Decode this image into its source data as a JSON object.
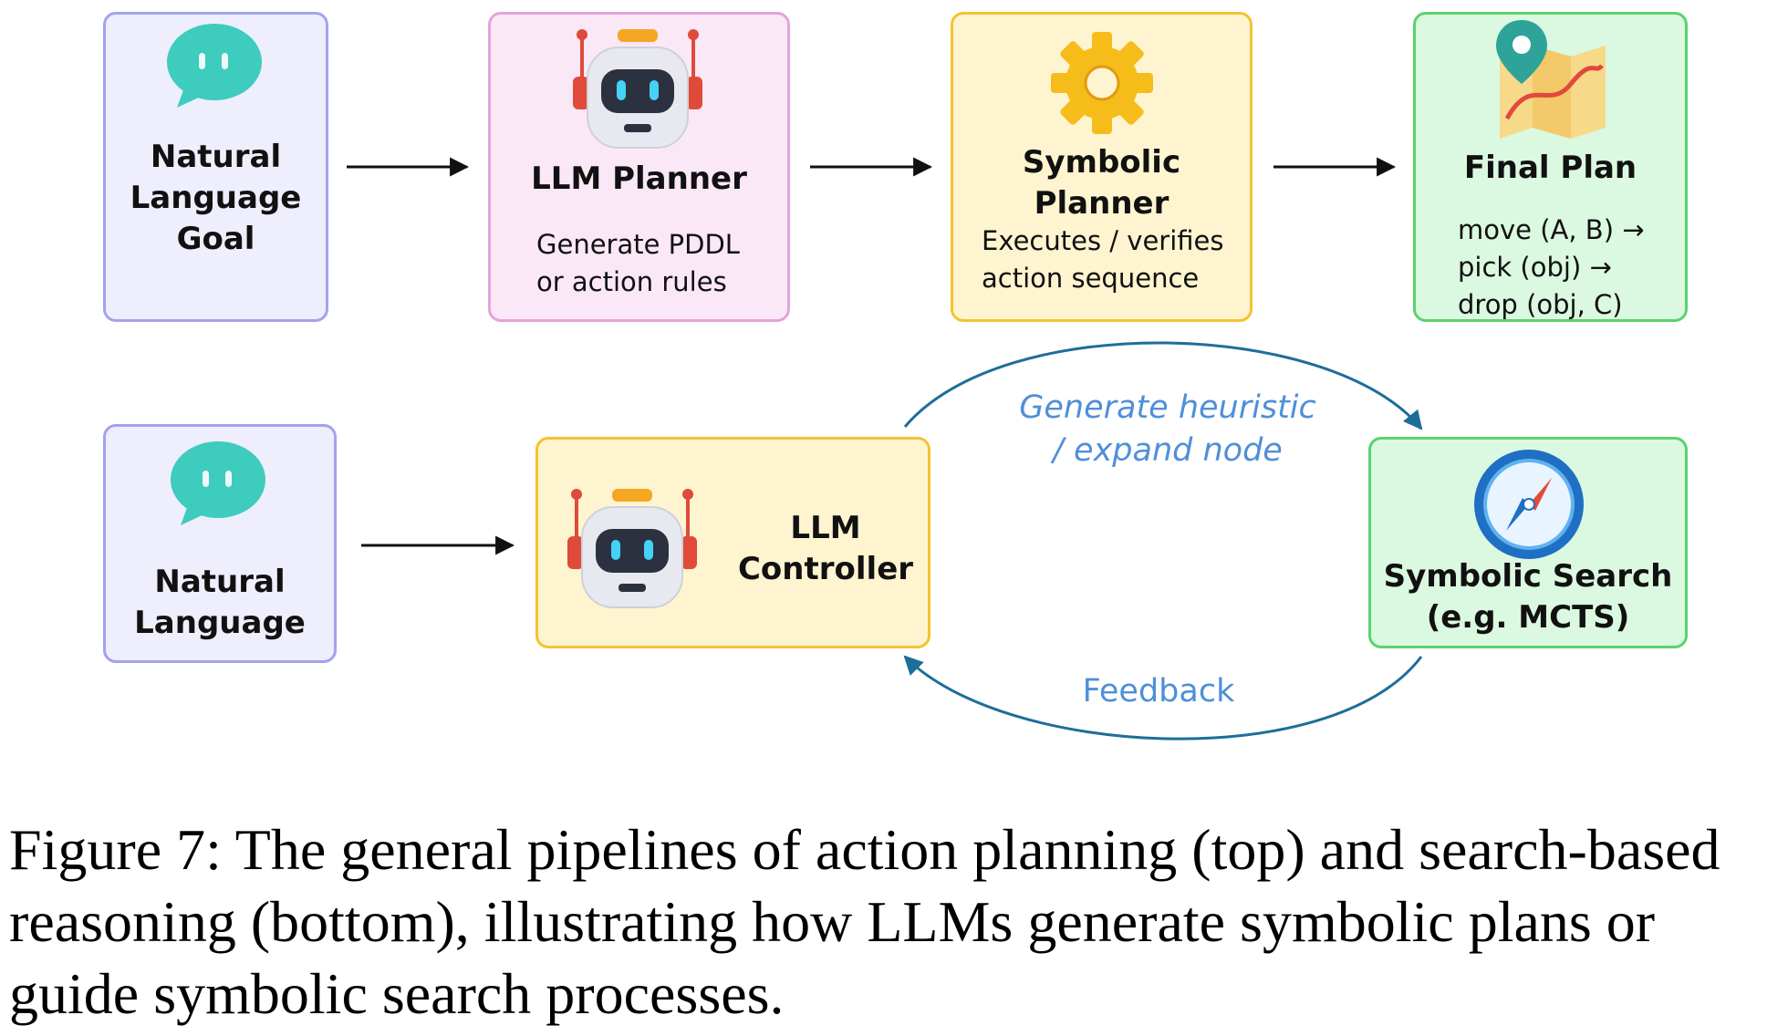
{
  "colors": {
    "purple_fill": "#EEEEFD",
    "purple_border": "#A4A2EE",
    "pink_fill": "#FBE8F7",
    "pink_border": "#E4A3DA",
    "yellow_fill": "#FFF4D0",
    "yellow_border": "#F5C330",
    "green_fill": "#DBF8E0",
    "green_border": "#5AD26E",
    "arrow_black": "#111111",
    "feedback_stroke": "#1D6E99",
    "feedback_text": "#4F8FD8"
  },
  "top_pipeline": {
    "goal": {
      "title": "Natural\nLanguage\nGoal",
      "icon": "chat-bubble-icon"
    },
    "llm_planner": {
      "title": "LLM Planner",
      "subtitle": "Generate PDDL\nor action rules",
      "icon": "robot-icon"
    },
    "symbolic_planner": {
      "title": "Symbolic\nPlanner",
      "subtitle": "Executes / verifies\naction sequence",
      "icon": "gear-icon"
    },
    "final_plan": {
      "title": "Final Plan",
      "steps": "move (A, B) →\npick (obj) →\ndrop (obj, C)",
      "icon": "map-pin-icon"
    }
  },
  "bottom_pipeline": {
    "input": {
      "title": "Natural\nLanguage",
      "icon": "chat-bubble-icon"
    },
    "controller": {
      "title": "LLM\nController",
      "icon": "robot-icon"
    },
    "search": {
      "title": "Symbolic Search\n(e.g. MCTS)",
      "icon": "compass-icon"
    },
    "forward_label": "Generate heuristic\n/ expand node",
    "feedback_label": "Feedback"
  },
  "caption": "Figure 7: The general pipelines of action planning (top) and search-based reasoning (bottom), illustrating how LLMs generate symbolic plans or guide symbolic search processes."
}
